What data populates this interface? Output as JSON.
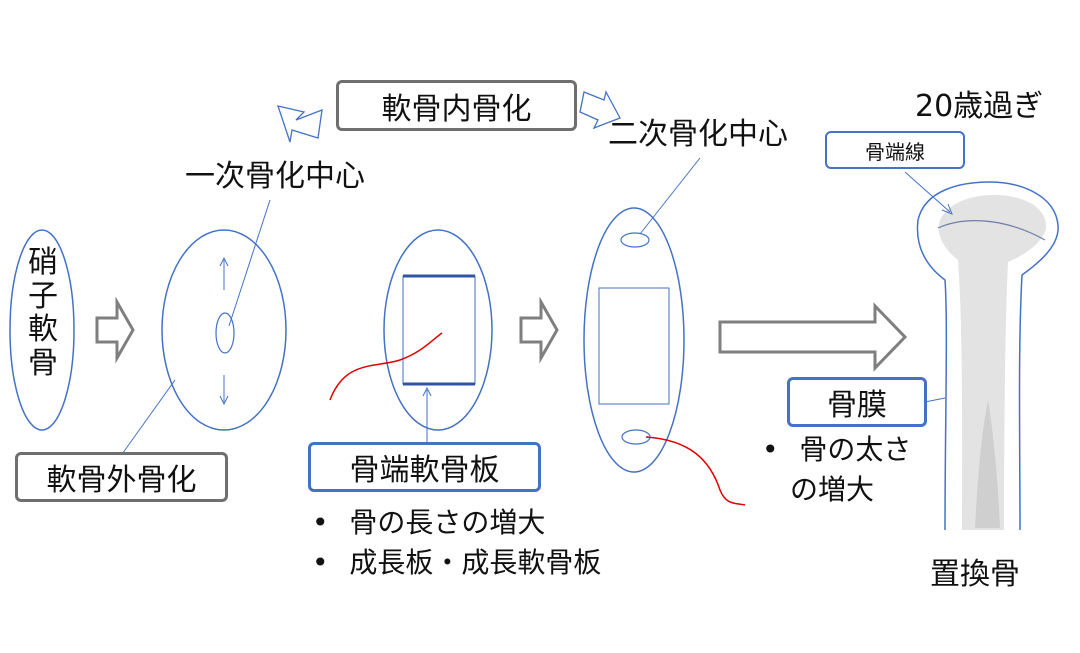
{
  "labels": {
    "endochondral": "軟骨内骨化",
    "perichondral": "軟骨外骨化",
    "primary_center": "一次骨化中心",
    "secondary_center": "二次骨化中心",
    "age": "20歳過ぎ",
    "epiphyseal_line": "骨端線",
    "growth_plate": "骨端軟骨板",
    "periosteum": "骨膜",
    "replacement_bone": "置換骨"
  },
  "hyaline_cartilage": [
    "硝",
    "子",
    "軟",
    "骨"
  ],
  "growth_plate_notes": [
    "骨の長さの増大",
    "成長板・成長軟骨板"
  ],
  "periosteum_notes": [
    "骨の太さ",
    "の増大"
  ],
  "bullet": "•",
  "colors": {
    "blue": "#4472c4",
    "gray": "#6f6f6f",
    "red": "#e00000",
    "bone": "#e3e3e3"
  }
}
